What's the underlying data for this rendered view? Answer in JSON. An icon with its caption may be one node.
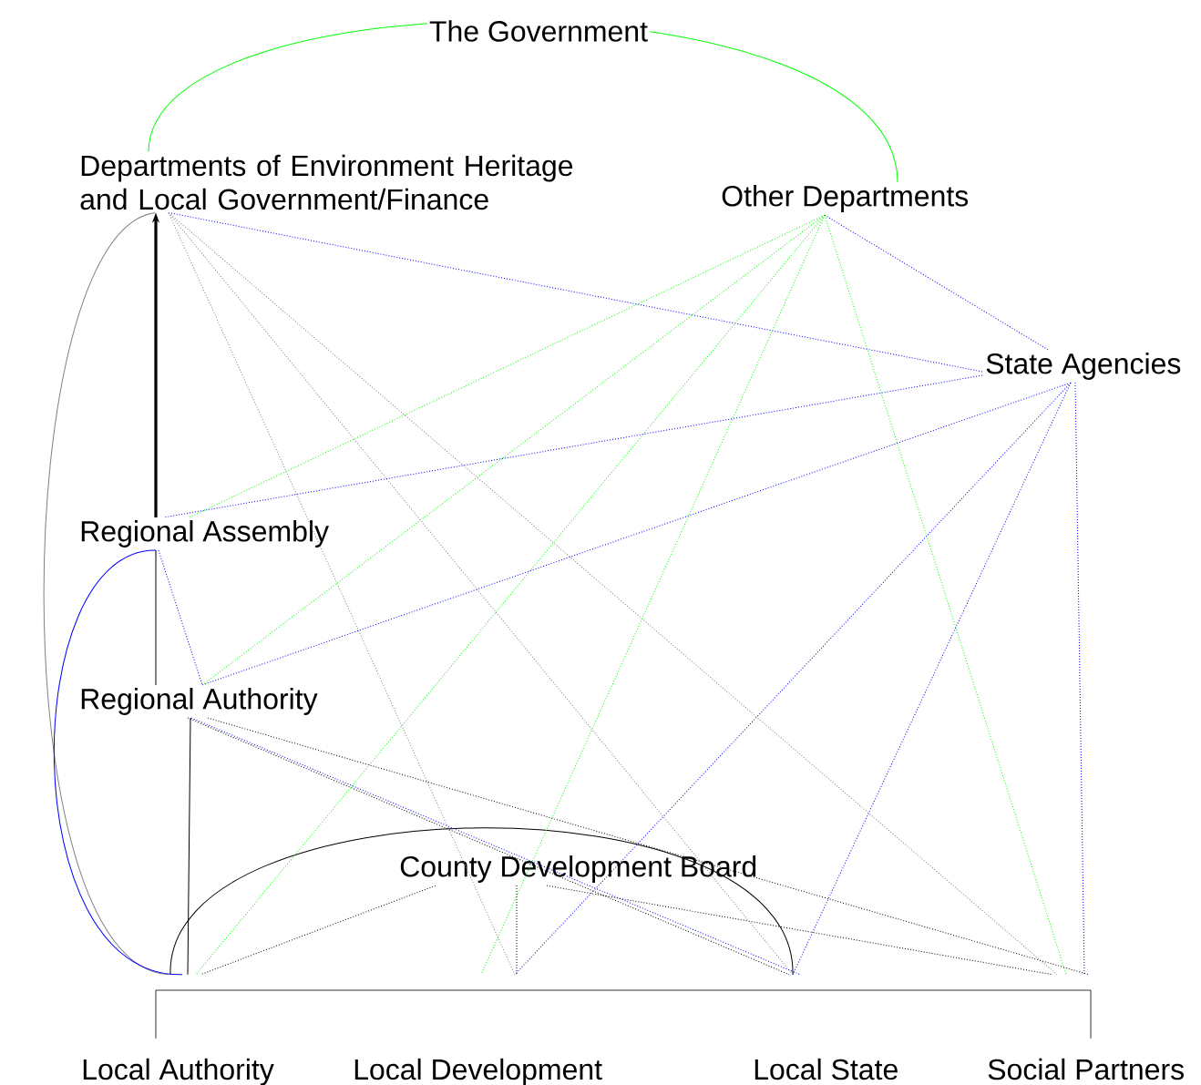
{
  "diagram": {
    "nodes": [
      {
        "text": [
          "Departments of Environment Heritage and Local Government/Finance"
        ]
      },
      {
        "text": [
          "Other Departments"
        ]
      },
      {
        "text": [
          "State Agencies"
        ]
      },
      {
        "text": [
          "Regional Assembly"
        ]
      },
      {
        "text": [
          "Regional Authority"
        ]
      },
      {
        "text": [
          "County Development Board"
        ]
      },
      {
        "text": [
          "Local Authority"
        ]
      },
      {
        "text": [
          "Local Development"
        ]
      },
      {
        "text": [
          "Local State"
        ]
      },
      {
        "text": [
          "Social Partners"
        ]
      }
    ],
    "edges": [
      {
        "from": 0,
        "to": 1,
        "arrow": "none",
        "label": "The Government",
        "color": "#00ff00"
      },
      {
        "from": 3,
        "to": 0,
        "arrow": "to",
        "style": "thick",
        "color": "#000000"
      },
      {
        "from": 0,
        "to": 6,
        "arrow": "none",
        "color": "#808080"
      },
      {
        "from": 3,
        "to": 6,
        "arrow": "none",
        "color": "#0000ff"
      },
      {
        "from": 3,
        "to": 4,
        "arrow": "none",
        "color": "#000000"
      },
      {
        "from": 3,
        "to": 4,
        "arrow": "none",
        "style": "dashed",
        "color": "#0000ff"
      },
      {
        "from": 4,
        "to": 6,
        "arrow": "none",
        "color": "#000000"
      },
      {
        "from": 6,
        "to": 8,
        "arrow": "none",
        "color": "#000000"
      },
      {
        "from": 0,
        "to": 2,
        "arrow": "none",
        "style": "dashed",
        "color": "#0000ff"
      },
      {
        "from": 0,
        "to": 7,
        "arrow": "none",
        "style": "dashed",
        "color": "#808080"
      },
      {
        "from": 0,
        "to": 8,
        "arrow": "none",
        "style": "dashed",
        "color": "#808080"
      },
      {
        "from": 0,
        "to": 9,
        "arrow": "none",
        "style": "dashed",
        "color": "#808080"
      },
      {
        "from": 1,
        "to": 3,
        "arrow": "none",
        "style": "dashed",
        "color": "#00ff00"
      },
      {
        "from": 1,
        "to": 4,
        "arrow": "none",
        "style": "dashed",
        "color": "#00ff00"
      },
      {
        "from": 1,
        "to": 6,
        "arrow": "none",
        "style": "dashed",
        "color": "#00ff00"
      },
      {
        "from": 1,
        "to": 7,
        "arrow": "none",
        "style": "dashed",
        "color": "#00ff00"
      },
      {
        "from": 1,
        "to": 9,
        "arrow": "none",
        "style": "dashed",
        "color": "#00ff00"
      },
      {
        "from": 1,
        "to": 2,
        "arrow": "none",
        "style": "dashed",
        "color": "#0000ff"
      },
      {
        "from": 2,
        "to": 3,
        "arrow": "none",
        "style": "dashed",
        "color": "#0000ff"
      },
      {
        "from": 2,
        "to": 4,
        "arrow": "none",
        "style": "dashed",
        "color": "#0000ff"
      },
      {
        "from": 2,
        "to": 7,
        "arrow": "none",
        "style": "dashed",
        "color": "#0000ff"
      },
      {
        "from": 2,
        "to": 8,
        "arrow": "none",
        "style": "dashed",
        "color": "#0000ff"
      },
      {
        "from": 2,
        "to": 9,
        "arrow": "none",
        "style": "dashed",
        "color": "#0000ff"
      },
      {
        "from": 4,
        "to": 8,
        "arrow": "none",
        "style": "dashed",
        "color": "#0000ff"
      },
      {
        "from": 4,
        "to": 8,
        "arrow": "none",
        "style": "dashed",
        "color": "#000000"
      },
      {
        "from": 4,
        "to": 9,
        "arrow": "none",
        "style": "dashed",
        "color": "#000000"
      },
      {
        "from": 5,
        "to": 6,
        "arrow": "none",
        "style": "dashed",
        "color": "#000000"
      },
      {
        "from": 5,
        "to": 7,
        "arrow": "none",
        "style": "dashed",
        "color": "#000000"
      },
      {
        "from": 5,
        "to": 9,
        "arrow": "none",
        "style": "dashed",
        "color": "#000000"
      }
    ]
  }
}
